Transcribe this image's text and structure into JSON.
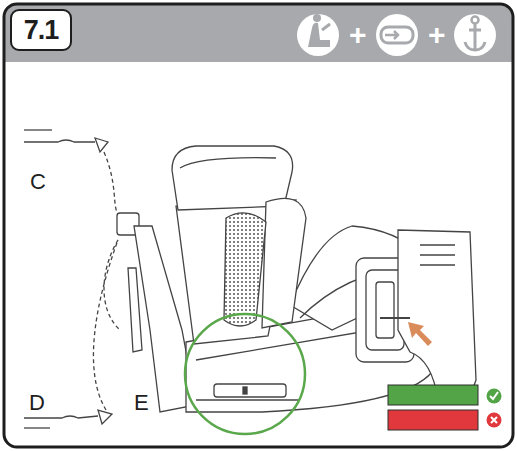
{
  "diagram": {
    "nodes": [
      {
        "text": [
          "7.1"
        ]
      }
    ],
    "labels": [
      "+",
      "+",
      "C",
      "D",
      "E"
    ]
  }
}
